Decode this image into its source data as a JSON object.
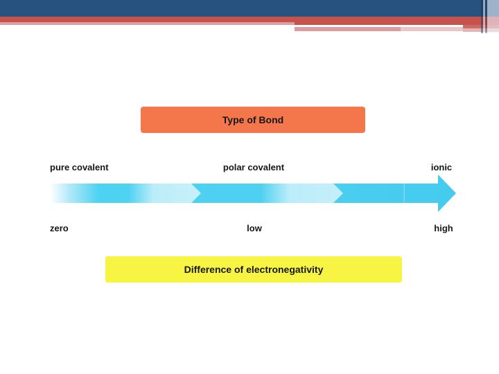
{
  "slide": {
    "theme": {
      "header_bar_color": "#27517F",
      "header_stripe_red": "#C4534E",
      "header_stripe_pink": "#DC9EA1"
    },
    "bond_type_box": {
      "label": "Type of Bond",
      "fill": "#F4764B"
    },
    "scale": {
      "top_labels": [
        "pure covalent",
        "polar covalent",
        "ionic"
      ],
      "bottom_labels": [
        "zero",
        "low",
        "high"
      ],
      "arrow": {
        "direction": "right",
        "color_main": "#4ED2F2",
        "color_light": "#B8EBF9",
        "color_start": "#FFFFFF"
      }
    },
    "electronegativity_box": {
      "label": "Difference of electronegativity",
      "fill": "#F7F444"
    }
  }
}
